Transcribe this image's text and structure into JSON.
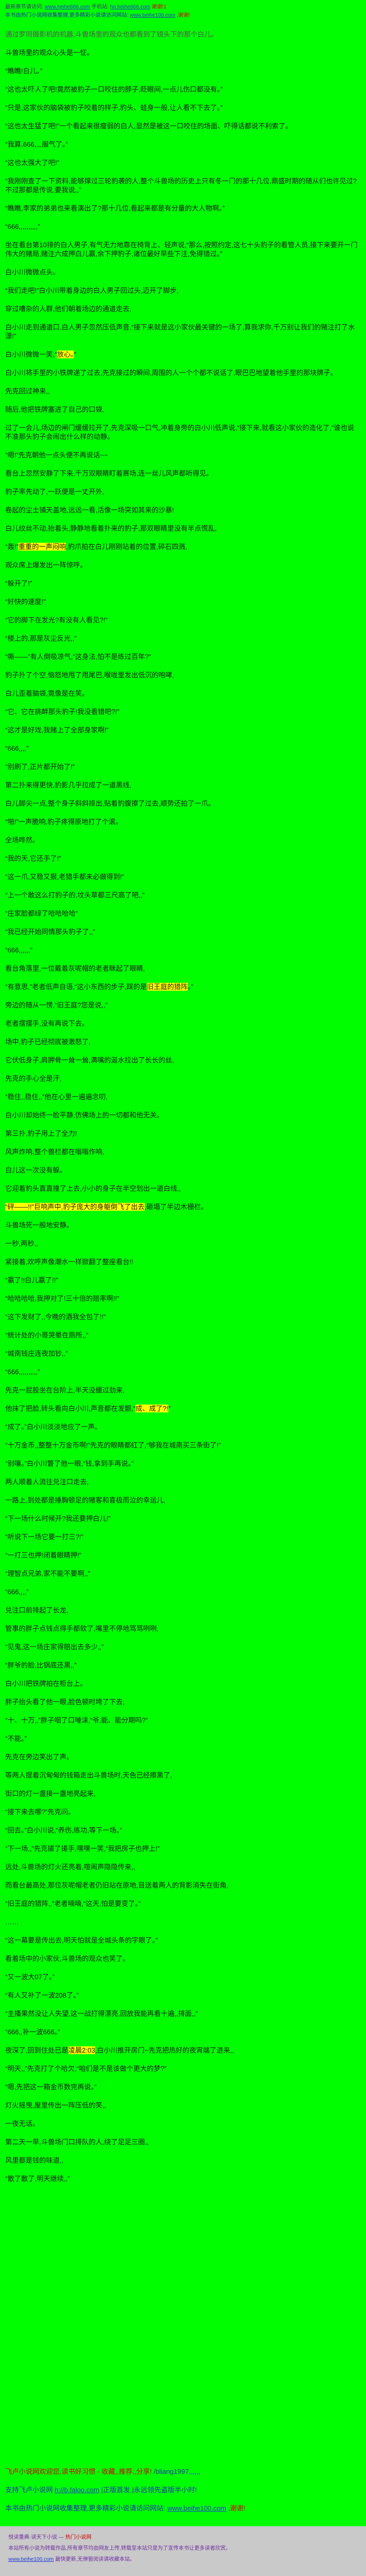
{
  "colors": {
    "background": "#00fe00",
    "body_text": "#1d1d1d",
    "highlight": "#ffff00",
    "red_text": "#d40000",
    "blue_text": "#2031b4",
    "footer_bg": "#c9c9c9",
    "footer_text": "#7030a0"
  },
  "top_lines": [
    {
      "n": "site-notice-line",
      "s": [
        [
          "最新章节请访问: ",
          ""
        ],
        [
          "www.heihe666.com",
          "link"
        ],
        [
          "  手机站: ",
          ""
        ],
        [
          "hn.heihe666.com",
          "link"
        ],
        [
          "  谢谢!1",
          "red"
        ]
      ]
    },
    {
      "n": "site-notice-line",
      "s": [
        [
          "本书由热门小说网收集整理,更多精彩小说请访问网站: ",
          "blue"
        ],
        [
          "www.beihe100.com",
          "link"
        ],
        [
          " ,",
          "blue"
        ],
        [
          "谢谢!",
          "red"
        ]
      ]
    }
  ],
  "paragraphs": [
    {
      "s": [
        [
          "通过罗同摄影机的机器,斗兽场里的观众也都看到了镜头下的那个白儿。",
          "gray"
        ]
      ]
    },
    {
      "s": [
        [
          "斗兽场里的观众心头是一怔。",
          ""
        ]
      ]
    },
    {
      "s": [
        [
          "“瞧瞧!白儿。”",
          ""
        ]
      ]
    },
    {
      "s": [
        [
          "“这也太吓人了吧!竟然被豹子一口咬住的脖子,眨眼间,一点儿伤口都没有。”",
          ""
        ]
      ]
    },
    {
      "s": [
        [
          "“只是,这家伙的脑袋被豹子咬着的样子,豹头、蛙身一般,让人看不下去了。”",
          ""
        ]
      ]
    },
    {
      "s": [
        [
          "“这也太生猛了吧!”一个看起来很瘦弱的白人,显然是被这一口咬住的场面、吓得话都说不利索了。",
          ""
        ]
      ]
    },
    {
      "s": [
        [
          "“我算,666,,,,服气了。”",
          ""
        ]
      ]
    },
    {
      "s": [
        [
          "“这也太强大了吧!”",
          ""
        ]
      ]
    },
    {
      "s": [
        [
          "“我刚刚查了一下资料,能够撑过三轮豹袭的人,整个斗兽场的历史上只有冬一门的那十几位,鼎盛时期的随从们也许见过?不过那都是传说,要我说,,”",
          ""
        ]
      ]
    },
    {
      "s": [
        [
          "“瞧瞧,李家的弟弟也来看演出了?那十几位,看起来都是有分量的大人物啊。”",
          ""
        ]
      ]
    },
    {
      "s": [
        [
          "“666,,,,,,,,,,”",
          ""
        ]
      ]
    },
    {
      "s": [
        [
          "坐在看台第10排的白人男子,有气无力地靠在椅背上、轻声说,“那么,按照约定,这七十头豹子的看管人员,接下来要开一门伟大的赌局,赌注六成押白儿赢,余下押豹子,诸位最好早些下注,免得错过。”",
          ""
        ]
      ]
    },
    {
      "s": [
        [
          "白小川微微点头。",
          ""
        ]
      ]
    },
    {
      "s": [
        [
          "“我们走吧!”白小川带着身边的白人男子回过头,迈开了脚步,",
          ""
        ]
      ]
    },
    {
      "s": [
        [
          "穿过嘈杂的人群,他们朝着场边的通道走去,",
          ""
        ]
      ]
    },
    {
      "s": [
        [
          "白小川走到通道口,白人男子忽然压低声音,“接下来就是这小家伙最关键的一场了,算我求你,千万别让我们的赌注打了水漂!”",
          ""
        ]
      ]
    },
    {
      "s": [
        [
          "白小川微微一笑,“",
          ""
        ],
        [
          "放心。",
          "hl"
        ],
        [
          "”",
          ""
        ]
      ]
    },
    {
      "s": [
        [
          "白小川将手里的小铁牌递了过去,先克接过的瞬间,周围的人一个个都不说话了,眼巴巴地望着他手里的那块牌子。",
          ""
        ]
      ]
    },
    {
      "s": [
        [
          "先克回过神来,,",
          ""
        ]
      ]
    },
    {
      "s": [
        [
          "随后,他把铁牌塞进了自己的口袋,",
          ""
        ]
      ]
    },
    {
      "s": [
        [
          "过了一会儿,场边的闸门缓缓拉开了,先克深吸一口气,冲着身旁的白小川低声说,“接下来,就看这小家伙的造化了,”谁也说不准那头豹子会闹出什么样的动静。",
          ""
        ]
      ]
    },
    {
      "s": [
        [
          "“嗯!”先克朝他一点头便不再说话~~",
          ""
        ]
      ]
    },
    {
      "s": [
        [
          "看台上忽然安静了下来,千万双眼睛盯着赛场,连一丝儿风声都听得见。",
          ""
        ]
      ]
    },
    {
      "s": [
        [
          "豹子率先动了,一跃便是一丈开外,",
          ""
        ]
      ]
    },
    {
      "s": [
        [
          "卷起的尘土铺天盖地,远远一看,活像一场突如其来的沙暴!",
          ""
        ]
      ]
    },
    {
      "s": [
        [
          "白儿纹丝不动,抬着头,静静地看着扑来的豹子,那双眼睛里没有半点慌乱,",
          ""
        ]
      ]
    },
    {
      "s": [
        [
          "“轰!”",
          ""
        ],
        [
          "重重的一声闷响",
          "hl"
        ],
        [
          ",豹爪拍在白儿刚刚站着的位置,碎石四溅,",
          ""
        ]
      ]
    },
    {
      "s": [
        [
          "观众席上爆发出一阵惊呼。",
          ""
        ]
      ]
    },
    {
      "s": [
        [
          "“躲开了!”",
          ""
        ]
      ]
    },
    {
      "s": [
        [
          "“好快的速度!”",
          ""
        ]
      ]
    },
    {
      "s": [
        [
          "“它的脚下在发光?有没有人看见?!”",
          ""
        ]
      ]
    },
    {
      "s": [
        [
          "“楼上的,那是灰尘反光,,”",
          ""
        ]
      ]
    },
    {
      "s": [
        [
          "“嘶——”有人倒吸凉气,“这身法,怕不是练过百年?”",
          ""
        ]
      ]
    },
    {
      "s": [
        [
          "豹子扑了个空,恼怒地甩了甩尾巴,喉咙里发出低沉的咆哮,",
          ""
        ]
      ]
    },
    {
      "s": [
        [
          "白儿歪着脑袋,竟像是在笑。",
          ""
        ]
      ]
    },
    {
      "s": [
        [
          "“它、它在挑衅那头豹子!我没看错吧?!”",
          ""
        ]
      ]
    },
    {
      "s": [
        [
          "“这才是好戏,我赌上了全部身家啊!”",
          ""
        ]
      ]
    },
    {
      "s": [
        [
          "“666,,,,”",
          ""
        ]
      ]
    },
    {
      "s": [
        [
          "“别刷了,正片都开始了!”",
          ""
        ]
      ]
    },
    {
      "s": [
        [
          "第二扑来得更快,豹影几乎拉成了一道黑线,",
          ""
        ]
      ]
    },
    {
      "s": [
        [
          "白儿脚尖一点,整个身子斜斜掠出,贴着豹腹擦了过去,顺势还拍了一爪。",
          ""
        ]
      ]
    },
    {
      "s": [
        [
          "“啪!”一声脆响,豹子疼得原地打了个滚。",
          ""
        ]
      ]
    },
    {
      "s": [
        [
          "全场哗然。",
          ""
        ]
      ]
    },
    {
      "s": [
        [
          "“我的天,它还手了!”",
          ""
        ]
      ]
    },
    {
      "s": [
        [
          "“这一爪,又稳又狠,老猎手都未必做得到!”",
          ""
        ]
      ]
    },
    {
      "s": [
        [
          "“上一个敢这么打豹子的,坟头草都三尺高了吧,,”",
          ""
        ]
      ]
    },
    {
      "s": [
        [
          "“庄家脸都绿了哈哈哈哈”",
          ""
        ]
      ]
    },
    {
      "s": [
        [
          "“我已经开始同情那头豹子了,,”",
          ""
        ]
      ]
    },
    {
      "s": [
        [
          "“666,,,,,,”",
          ""
        ]
      ]
    },
    {
      "s": [
        [
          "看台角落里,一位戴着灰呢帽的老者眯起了眼睛,",
          ""
        ]
      ]
    },
    {
      "s": [
        [
          "“有意思,”老者低声自语,“这小东西的步子,踩的是",
          ""
        ],
        [
          "旧王庭的猎阵",
          "hl"
        ],
        [
          "。”",
          ""
        ]
      ]
    },
    {
      "s": [
        [
          "旁边的随从一愣,“旧王庭?您是说,,”",
          ""
        ]
      ]
    },
    {
      "s": [
        [
          "老者摆摆手,没有再说下去。",
          ""
        ]
      ]
    },
    {
      "s": [
        [
          "场中,豹子已经彻底被激怒了,",
          ""
        ]
      ]
    },
    {
      "s": [
        [
          "它伏低身子,肩胛骨一耸一耸,满嘴的涎水拉出了长长的丝,",
          ""
        ]
      ]
    },
    {
      "s": [
        [
          "先克的手心全是汗,",
          ""
        ]
      ]
    },
    {
      "s": [
        [
          "“稳住,,稳住,,”他在心里一遍遍念叨,",
          ""
        ]
      ]
    },
    {
      "s": [
        [
          "白小川却始终一脸平静,仿佛场上的一切都和他无关。",
          ""
        ]
      ]
    },
    {
      "s": [
        [
          "第三扑,豹子用上了全力!",
          ""
        ]
      ]
    },
    {
      "s": [
        [
          "风声炸响,整个兽栏都在嗡嗡作响,",
          ""
        ]
      ]
    },
    {
      "s": [
        [
          "白儿这一次没有躲。",
          ""
        ]
      ]
    },
    {
      "s": [
        [
          "它迎着豹头直直撞了上去,小小的身子在半空划出一道白线,,",
          ""
        ]
      ]
    },
    {
      "s": [
        [
          "“砰——!!”巨响声中,豹子庞大的身躯倒飞了出去",
          "hl"
        ],
        [
          ",砸塌了半边木栅栏。",
          ""
        ]
      ]
    },
    {
      "s": [
        [
          "斗兽场死一般地安静。",
          ""
        ]
      ]
    },
    {
      "s": [
        [
          "一秒,两秒,,",
          ""
        ]
      ]
    },
    {
      "s": [
        [
          "紧接着,欢呼声像潮水一样掀翻了整座看台!!",
          ""
        ]
      ]
    },
    {
      "s": [
        [
          "“赢了!!白儿赢了!!”",
          ""
        ]
      ]
    },
    {
      "s": [
        [
          "“哈哈哈哈,我押对了!三十倍的赔率啊!!”",
          ""
        ]
      ]
    },
    {
      "s": [
        [
          "“这下发财了,,今晚的酒我全包了!!”",
          ""
        ]
      ]
    },
    {
      "s": [
        [
          "“统计处的小哥哭晕在厕所,,”",
          ""
        ]
      ]
    },
    {
      "s": [
        [
          "“城南钱庄连夜加钞,,”",
          ""
        ]
      ]
    },
    {
      "s": [
        [
          "“666,,,,,,,,,,”",
          ""
        ]
      ]
    },
    {
      "s": [
        [
          "先克一屁股坐在台阶上,半天没缓过劲来,",
          ""
        ]
      ]
    },
    {
      "s": [
        [
          "他抹了把脸,转头看向白小川,声音都在发颤,“",
          ""
        ],
        [
          "成、成了?!",
          "hl"
        ],
        [
          "”",
          ""
        ]
      ]
    },
    {
      "s": [
        [
          "“成了。”白小川淡淡地应了一声。",
          ""
        ]
      ]
    },
    {
      "s": [
        [
          "“十万金币,,整整十万金币啊!”先克的眼睛都红了,“够我在城南买三条街了!”",
          ""
        ]
      ]
    },
    {
      "s": [
        [
          "“别嚷。”白小川瞥了他一眼,“钱,拿到手再说。”",
          ""
        ]
      ]
    },
    {
      "s": [
        [
          "两人顺着人流往兑注口走去,",
          ""
        ]
      ]
    },
    {
      "s": [
        [
          "一路上,到处都是捶胸顿足的赌客和喜极而泣的幸运儿,",
          ""
        ]
      ]
    },
    {
      "s": [
        [
          "“下一场什么时候开?我还要押白儿!”",
          ""
        ]
      ]
    },
    {
      "s": [
        [
          "“听说下一场它要一打三?!”",
          ""
        ]
      ]
    },
    {
      "s": [
        [
          "“一打三也押!闭着眼睛押!”",
          ""
        ]
      ]
    },
    {
      "s": [
        [
          "“理智点兄弟,家不能不要啊,,”",
          ""
        ]
      ]
    },
    {
      "s": [
        [
          "“666,,,,”",
          ""
        ]
      ]
    },
    {
      "s": [
        [
          "兑注口前排起了长龙,",
          ""
        ]
      ]
    },
    {
      "s": [
        [
          "管事的胖子点钱点得手都软了,嘴里不停地骂骂咧咧,",
          ""
        ]
      ]
    },
    {
      "s": [
        [
          "“见鬼,这一场庄家得赔出去多少,,”",
          ""
        ]
      ]
    },
    {
      "s": [
        [
          "“胖爷的脸,比锅底还黑,,”",
          ""
        ]
      ]
    },
    {
      "s": [
        [
          "白小川把铁牌拍在柜台上。",
          ""
        ]
      ]
    },
    {
      "s": [
        [
          "胖子抬头看了他一眼,脸色顿时垮了下去,",
          ""
        ]
      ]
    },
    {
      "s": [
        [
          "“十、十万,,”胖子咽了口唾沫,“爷,能、能分期吗?”",
          ""
        ]
      ]
    },
    {
      "s": [
        [
          "“不能。”",
          ""
        ]
      ]
    },
    {
      "s": [
        [
          "先克在旁边笑出了声。",
          ""
        ]
      ]
    },
    {
      "s": [
        [
          "等两人提着沉甸甸的钱箱走出斗兽场时,天色已经擦黑了,",
          ""
        ]
      ]
    },
    {
      "s": [
        [
          "街口的灯一盏接一盏地亮起来,",
          ""
        ]
      ]
    },
    {
      "s": [
        [
          "“接下来去哪?”先克问。",
          ""
        ]
      ]
    },
    {
      "s": [
        [
          "“回去。”白小川说,“养伤,练功,等下一场。”",
          ""
        ]
      ]
    },
    {
      "s": [
        [
          "“下一场,,”先克搓了搓手,嘿嘿一笑,“我把房子也押上!”",
          ""
        ]
      ]
    },
    {
      "s": [
        [
          "远处,斗兽场的灯火还亮着,喧闹声隐隐传来,,",
          ""
        ]
      ]
    },
    {
      "s": [
        [
          "而看台最高处,那位灰呢帽老者仍旧站在原地,目送着两人的背影消失在街角,",
          ""
        ]
      ]
    },
    {
      "s": [
        [
          "“旧王庭的猎阵,,”老者喃喃,“这天,怕是要变了。”",
          ""
        ]
      ]
    },
    {
      "s": [
        [
          "……",
          ""
        ]
      ]
    },
    {
      "s": [
        [
          "“这一幕要是传出去,明天怕就是全城头条的字眼了。”",
          ""
        ]
      ]
    },
    {
      "s": [
        [
          "看着场中的小家伙,斗兽场的观众也笑了。",
          ""
        ]
      ]
    },
    {
      "s": [
        [
          "“又一波大07了。”",
          ""
        ]
      ]
    },
    {
      "s": [
        [
          "“有人又补了一波208了。”",
          ""
        ]
      ]
    },
    {
      "s": [
        [
          "“主播果然没让人失望,这一战打得漂亮,回放我能再看十遍,,排面,,”",
          ""
        ]
      ]
    },
    {
      "s": [
        [
          "“666,,补一波666。”",
          ""
        ]
      ]
    },
    {
      "s": [
        [
          "夜深了,回到住处已是",
          ""
        ],
        [
          "凌晨2:03",
          "hl"
        ],
        [
          ",白小川推开房门~先克把热好的夜宵端了进来,,",
          ""
        ]
      ]
    },
    {
      "s": [
        [
          "“明天,,”先克打了个哈欠,“咱们是不是该做个更大的梦?”",
          ""
        ]
      ]
    },
    {
      "s": [
        [
          "“嗯,先把这一箱金币数完再说。”",
          ""
        ]
      ]
    },
    {
      "s": [
        [
          "灯火摇曳,屋里传出一阵压低的笑,,",
          ""
        ]
      ]
    },
    {
      "s": [
        [
          "一夜无话。",
          ""
        ]
      ]
    },
    {
      "s": [
        [
          "第二天一早,斗兽场门口排队的人,绕了足足三圈,,",
          ""
        ]
      ]
    },
    {
      "s": [
        [
          "风里都是钱的味道,,",
          ""
        ]
      ]
    },
    {
      "s": [
        [
          "“散了散了,明天继续,,”",
          ""
        ]
      ]
    }
  ],
  "bottom_lines": [
    {
      "n": "promo-line-red",
      "s": [
        [
          "飞卢小说网欢迎您,读书好习惯 - 收藏,,推荐,,分享! ",
          "red"
        ],
        [
          "/bliang1997,,,,,,",
          "blue"
        ]
      ]
    },
    {
      "n": "promo-line-blue",
      "s": [
        [
          "支持飞卢小说网 ",
          "blue"
        ],
        [
          "h://b.faloo.com",
          "link"
        ],
        [
          " |正版首发.|永远领先盗版半小时!",
          "blue"
        ]
      ]
    },
    {
      "n": "site-notice-line",
      "s": [
        [
          "本书由热门小说网收集整理,更多精彩小说请访问网站: ",
          "blue"
        ],
        [
          "www.beihe100.com",
          "link"
        ],
        [
          " ,",
          "blue"
        ],
        [
          "谢谢!",
          "red"
        ]
      ]
    }
  ],
  "footer_box": {
    "lines": [
      {
        "n": "footer-line",
        "s": [
          [
            "悦读重典·读天下小说 — ",
            ""
          ],
          [
            "热门小说网",
            "red"
          ]
        ]
      },
      {
        "n": "footer-line",
        "s": [
          [
            "本站所有小说为转载作品,所有章节均由网友上传,转载至本站只是为了宣传本书让更多读者欣赏。",
            ""
          ]
        ]
      },
      {
        "n": "footer-line",
        "s": [
          [
            "www.beihe100.com",
            "link"
          ],
          [
            " 最快更新,无弹窗阅读请收藏本站。",
            ""
          ]
        ]
      }
    ]
  }
}
